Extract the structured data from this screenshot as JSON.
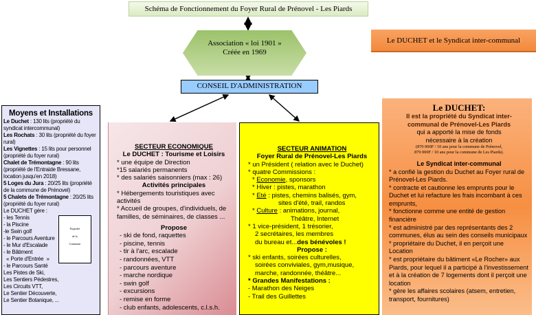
{
  "title": "Schéma de Fonctionnement du Foyer Rural de Prénovel  - Les Piards",
  "association": {
    "line1": "Association « loi 1901 »",
    "line2": "Créée en 1969"
  },
  "conseil": "CONSEIL D'ADMINISTRATION",
  "duchet_header": "Le DUCHET et le Syndicat inter-communal",
  "moyens": {
    "title": "Moyens et Installations",
    "items": [
      {
        "name": "Le Duchet",
        "text": " : 130 lits (propriété du syndicat intercommunal)"
      },
      {
        "name": "Les Rochats",
        "text": " : 30 lits (propriété du foyer rural)"
      },
      {
        "name": "Les Vignettes",
        "text": " : 15 lits pour personnel (propriété du foyer rural)"
      },
      {
        "name": "Chalet de Trémontagne",
        "text": " : 90 lits (propriété de l'Entraide Bressane, location jusqu'en  2018)"
      },
      {
        "name": "5 Loges du Jura",
        "text": " : 20/25 lits (propriété de la commune de Prénovel)"
      },
      {
        "name": "5 Chalets de Trémontagne",
        "text": " : 20/25 lits (propriété du foyer rural)"
      }
    ],
    "gere_title": "Le DUCHET gère :",
    "gere": [
      "- les Tennis",
      "- la Piscine",
      "-le Swin golf",
      "- le Parcours Aventure",
      "- le Mur d'Escalade",
      "- le Bâtiment",
      "  « Porte d'Entrée  »",
      "- le Parcours Santé"
    ],
    "others": [
      "Les Pistes de Ski,",
      "Les Sentiers Pédestres,",
      "Les Circuits VTT,",
      "Le Sentier Découverte,",
      "Le Sentier Botanique, ..."
    ],
    "commune_box": [
      "Propriété",
      "de la",
      "Commune"
    ]
  },
  "economique": {
    "title": "SECTEUR ECONOMIQUE",
    "subtitle": "Le DUCHET : Tourisme et Loisirs",
    "items": [
      "* une équipe de Direction",
      "*15 salariés permanents",
      "* des salariés saisonniers (max : 26)"
    ],
    "activites_title": "Activités principales",
    "activites": [
      "* Hébergements touristiques avec activités",
      "* Accueil de groupes, d'individuels, de familles, de séminaires, de classes ..."
    ],
    "propose_title": "Propose",
    "propose": [
      "- ski de fond, raquettes",
      "- piscine, tennis",
      "- tir à l'arc, escalade",
      "- randonnées, VTT",
      "- parcours aventure",
      "- marche nordique",
      "- swin golf",
      "- excursions",
      "- remise en forme",
      "- club enfants, adolescents, c.l.s.h."
    ]
  },
  "animation": {
    "title": "SECTEUR ANIMATION",
    "subtitle": "Foyer Rural de Prénovel-Les Piards",
    "president": "* un Président ( relation avec le Duchet)",
    "commissions": "* quatre Commissions :",
    "economie_label": "Economie",
    "economie_text": ", sponsors",
    "hiver": "* Hiver : pistes, marathon",
    "ete_label": "Eté",
    "ete_text": " : pistes, chemins balisés, gym,",
    "ete_text2": "sites d'été, trail, randos",
    "culture_label": "Culture",
    "culture_text": " : animations, journal,",
    "culture_text2": "Théâtre, Internet",
    "bureau1": "* 1 vice-président, 1 trésorier,",
    "bureau2": "2 secrétaires, les membres",
    "bureau3": "du bureau et...",
    "benevoles": "des bénévoles !",
    "propose_title": "Propose :",
    "propose1": "* ski enfants, soirées culturelles,",
    "propose2": "soirées conviviales, gym,musique,",
    "propose3": "marche, randonnée, théâtre...",
    "grandes": "* Grandes Manifestations :",
    "manifs": [
      "- Marathon des Neiges",
      "- Trail des Guillettes"
    ]
  },
  "duchet": {
    "title": "Le DUCHET:",
    "intro1": "Il est la propriété du Syndicat inter-communal de Prénovel-Les Piards",
    "intro2": "qui a apporté la mise de fonds nécessaire à la création",
    "funding1": "(870 000F / 10 ans pour la commune de Prénovel,",
    "funding2": "870 000F / 10 ans pour la commune de Les Piards).",
    "syndicat_title": "Le Syndicat inter-communal",
    "items": [
      "* a confié la gestion du Duchet au Foyer rural de Prénovel-Les Piards.",
      "* contracte et cautionne les emprunts pour le Duchet et lui refacture les frais incombant à ces emprunts,",
      "* fonctionne comme une entité de gestion financière",
      "* est administré par des représentants des 2 communes, élus au sein des conseils municipaux",
      "* propriétaire du Duchet, il en perçoit une Location",
      "* est propriétaire du bâtiment «Le Rocher» aux Piards, pour lequel il a participé à l'investissement et à la création de 7 logements dont il perçoit une location",
      "* gère les affaires scolaires (atsem, entretien, transport, fournitures)"
    ]
  }
}
